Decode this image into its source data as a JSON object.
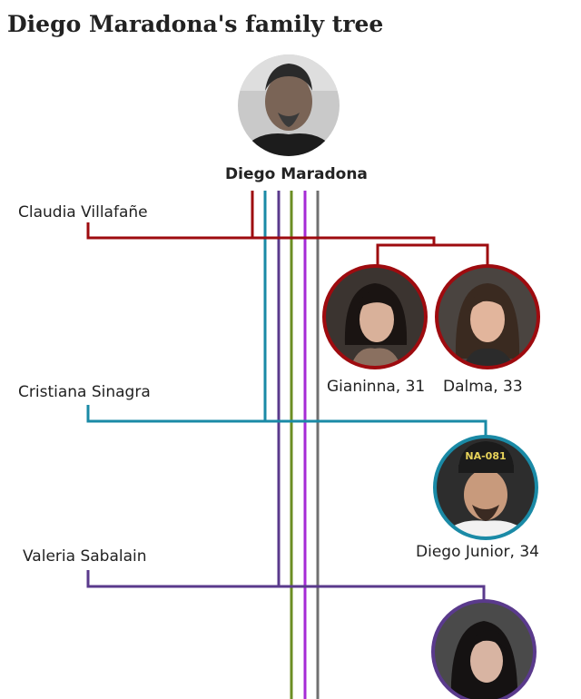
{
  "title": "Diego Maradona's family tree",
  "root": {
    "name": "Diego Maradona",
    "photo_icon": "portrait-photo-icon"
  },
  "partners": [
    {
      "name": "Claudia Villafañe",
      "color": "#9e0b0f"
    },
    {
      "name": "Cristiana Sinagra",
      "color": "#1a8aa6"
    },
    {
      "name": "Valeria Sabalain",
      "color": "#5a3a8c"
    }
  ],
  "children": [
    {
      "label": "Gianinna, 31",
      "border_color": "#9e0b0f",
      "photo_icon": "portrait-photo-icon"
    },
    {
      "label": "Dalma, 33",
      "border_color": "#9e0b0f",
      "photo_icon": "portrait-photo-icon"
    },
    {
      "label": "Diego Junior, 34",
      "border_color": "#1a8aa6",
      "photo_icon": "portrait-photo-icon"
    },
    {
      "label": "",
      "border_color": "#5a3a8c",
      "photo_icon": "portrait-photo-icon"
    }
  ],
  "extra_line_colors": [
    "#6b8e23",
    "#a62bd6",
    "#707070"
  ]
}
